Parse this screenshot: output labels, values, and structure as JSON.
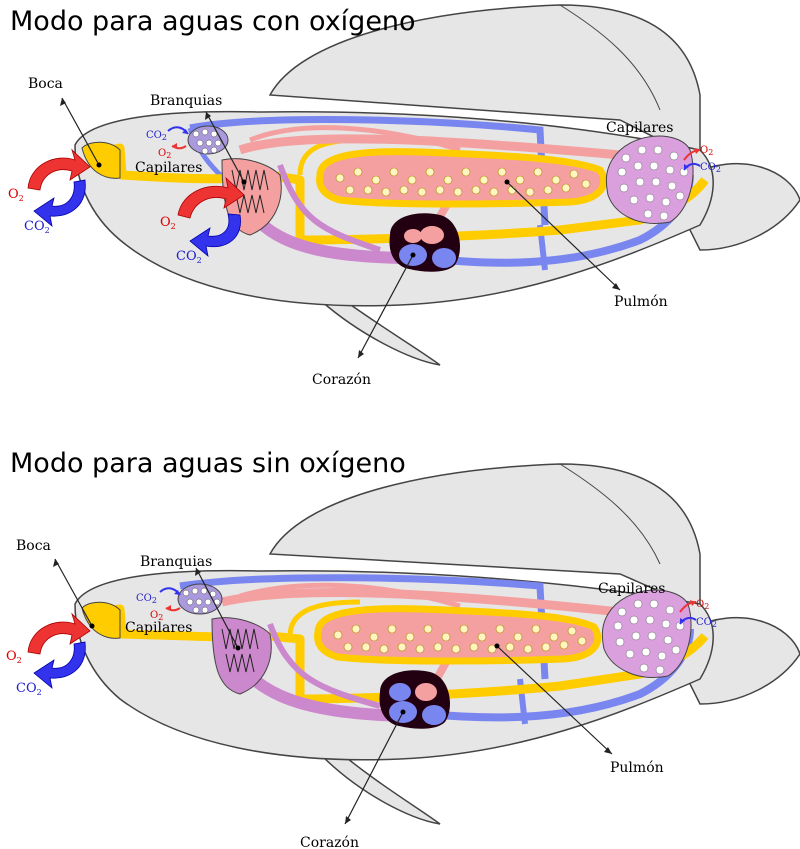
{
  "colors": {
    "body": "#e6e6e6",
    "outline": "#444444",
    "yellow": "#ffcc00",
    "pink": "#f4a0a0",
    "violet": "#cc88cc",
    "blue": "#7a86f0",
    "heart": "#220011",
    "red_arrow": "#ee3333",
    "blue_arrow": "#3333ee"
  },
  "panels": [
    {
      "title": "Modo para aguas con oxígeno",
      "labels": {
        "boca": "Boca",
        "branquias": "Branquias",
        "capilares_left": "Capilares",
        "capilares_right": "Capilares",
        "pulmon": "Pulmón",
        "corazon": "Corazón"
      },
      "gas": {
        "o2": "O",
        "co2": "CO",
        "sub": "2"
      }
    },
    {
      "title": "Modo para aguas sin oxígeno",
      "labels": {
        "boca": "Boca",
        "branquias": "Branquias",
        "capilares_left": "Capilares",
        "capilares_right": "Capilares",
        "pulmon": "Pulmón",
        "corazon": "Corazón"
      },
      "gas": {
        "o2": "O",
        "co2": "CO",
        "sub": "2"
      }
    }
  ]
}
